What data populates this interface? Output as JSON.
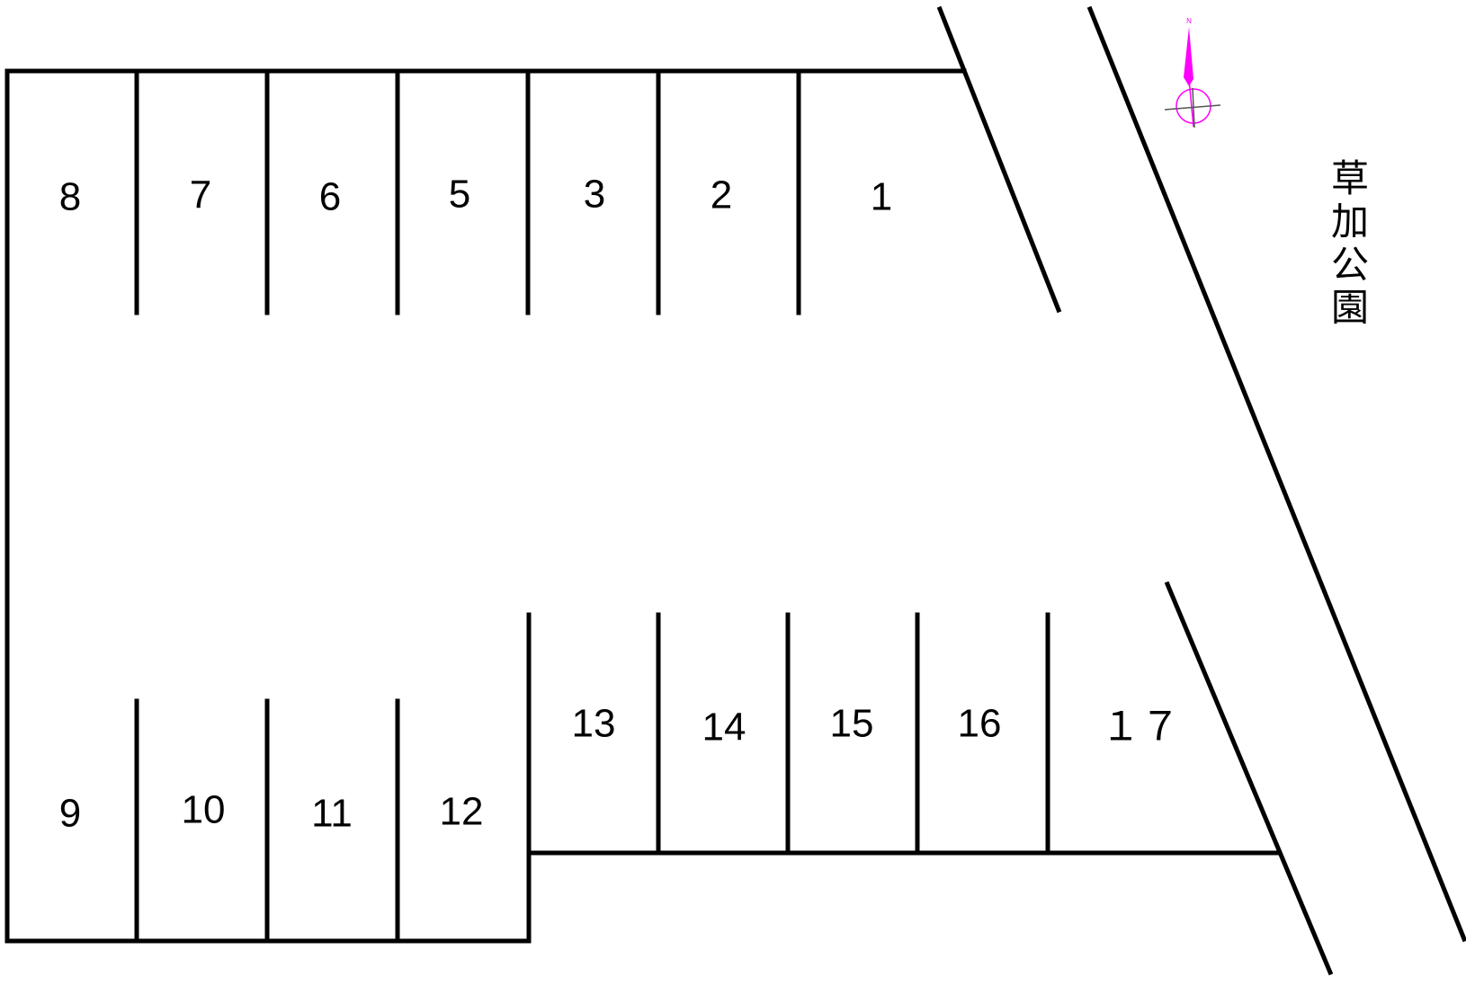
{
  "road": {
    "label": "草加公園"
  },
  "spaces": {
    "top": [
      "8",
      "7",
      "6",
      "5",
      "3",
      "2",
      "1"
    ],
    "bottom_left": [
      "9",
      "10",
      "11",
      "12"
    ],
    "bottom_right": [
      "13",
      "14",
      "15",
      "16",
      "１７"
    ]
  },
  "compass": {
    "letter": "N",
    "color": "#ff00ff"
  }
}
